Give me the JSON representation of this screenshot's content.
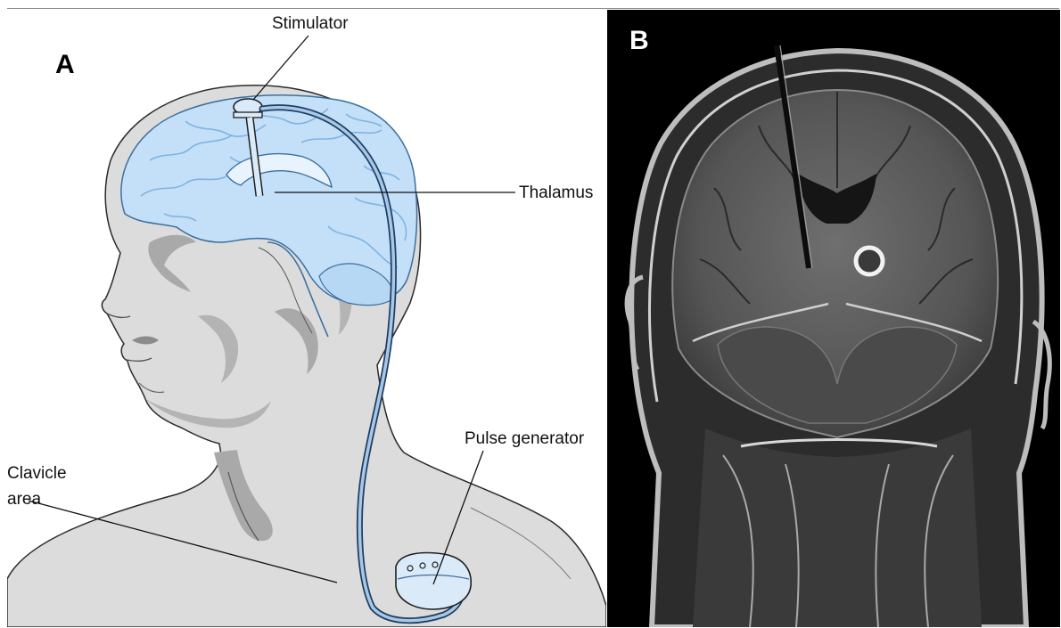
{
  "figure": {
    "panel_a": {
      "letter": "A",
      "labels": {
        "stimulator": "Stimulator",
        "thalamus": "Thalamus",
        "pulse_generator": "Pulse generator",
        "clavicle_line1": "Clavicle",
        "clavicle_line2": "area"
      }
    },
    "panel_b": {
      "letter": "B"
    }
  },
  "colors": {
    "skin": "#dcdcdc",
    "shadow": "#a9a9a9",
    "brain": "#c4e0f8",
    "brain_gyri": "#7fb3e4",
    "lead": "#4f7fb0",
    "device": "#dbeaf8",
    "mri_background": "#000000"
  }
}
